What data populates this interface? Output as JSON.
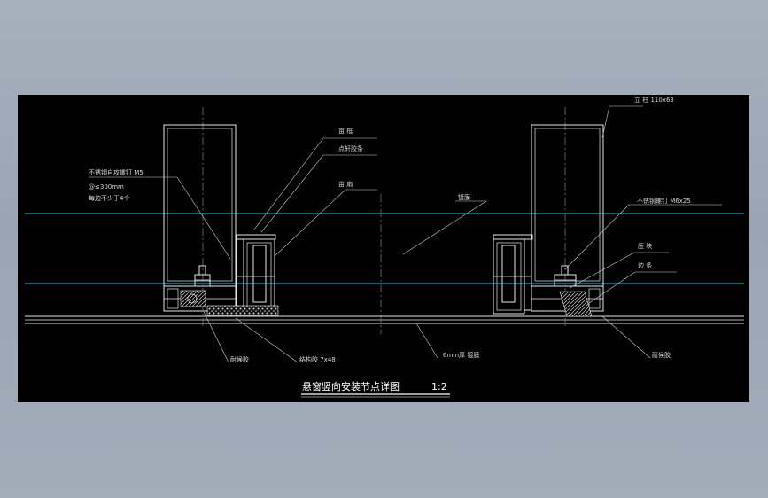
{
  "drawing": {
    "title": "悬窗竖向安装节点详图",
    "scale": "1:2",
    "left_detail": {
      "labels": {
        "mullion": "亩 框",
        "glazing_strip": "点轩胶条",
        "sash": "亩 扇",
        "screw_line1": "不锈钢自攻螺钉 M5",
        "screw_line2": "@≤300mm",
        "screw_line3": "每边不少于4个",
        "sealant": "耐候胶",
        "structural_adhesive": "结构胶 7x48"
      }
    },
    "right_detail": {
      "labels": {
        "column": "立 柱 110x63",
        "screw": "不锈钢螺钉 M6x25",
        "glass": "镀膜",
        "pressure_block": "压 块",
        "edge_strip": "边 条",
        "glass_thickness": "6mm厚   镀膜",
        "sealant": "耐候胶"
      }
    },
    "colors": {
      "background": "#000000",
      "outline": "#e6e6e6",
      "cyan_lines": "#25c6d4",
      "window_bg": "#9aa4b3"
    }
  }
}
